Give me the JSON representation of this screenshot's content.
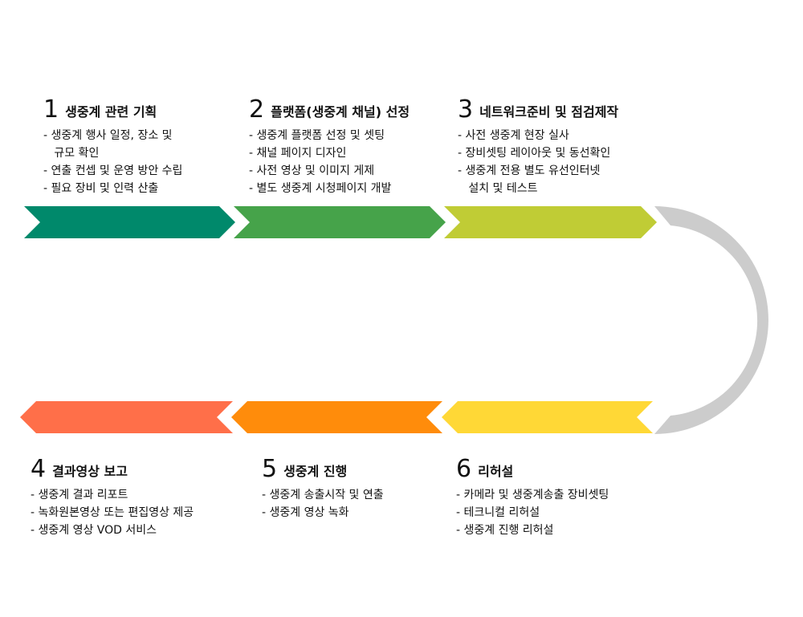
{
  "colors": {
    "arrow1": "#00896B",
    "arrow2": "#46A34A",
    "arrow3": "#C0CC35",
    "arrow4": "#FF6F49",
    "arrow5": "#FF8C0B",
    "arrow6": "#FFD836",
    "curve": "#CCCCCC"
  },
  "steps": [
    {
      "number": "1",
      "title": "생중계 관련 기획",
      "items": [
        "- 생중계 행사 일정, 장소 및",
        "   규모 확인",
        "- 연출 컨셉 및 운영 방안 수립",
        "- 필요 장비 및 인력 산출"
      ]
    },
    {
      "number": "2",
      "title": "플랫폼(생중계 채널) 선정",
      "items": [
        "- 생중계 플랫폼 선정 및 셋팅",
        "- 채널 페이지 디자인",
        "- 사전 영상 및 이미지 게제",
        "- 별도 생중계 시청페이지 개발"
      ]
    },
    {
      "number": "3",
      "title": "네트워크준비 및 점검제작",
      "items": [
        "- 사전 생중계 현장 실사",
        "- 장비셋팅 레이아웃 및 동선확인",
        "- 생중계 전용 별도 유선인터넷",
        "   설치 및 테스트"
      ]
    },
    {
      "number": "4",
      "title": "결과영상 보고",
      "items": [
        "- 생중계 결과 리포트",
        "- 녹화원본영상 또는 편집영상 제공",
        "- 생중계 영상 VOD 서비스"
      ]
    },
    {
      "number": "5",
      "title": "생중계 진행",
      "items": [
        "- 생중계 송출시작 및 연출",
        "- 생중계 영상 녹화"
      ]
    },
    {
      "number": "6",
      "title": "리허설",
      "items": [
        "- 카메라 및 생중계송출 장비셋팅",
        "- 테크니컬 리허설",
        "- 생중계 진행 리허설"
      ]
    }
  ]
}
